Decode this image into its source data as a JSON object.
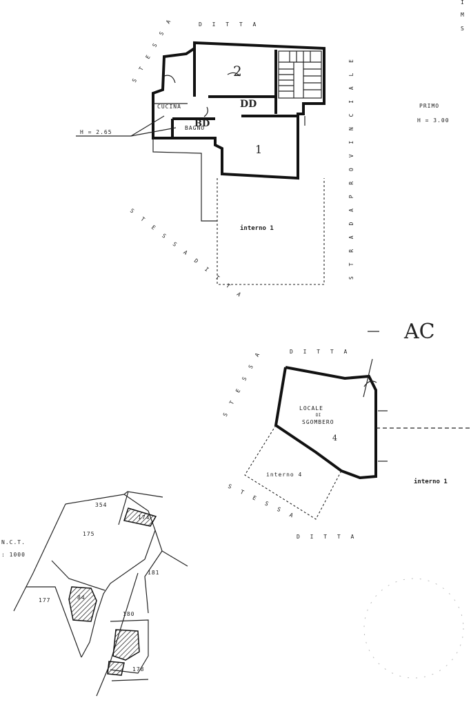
{
  "top_plan": {
    "label_ditta_top": "D I T T A",
    "label_stessa_ditta_upper": "S T E S S A",
    "label_strada_provinciale": "S T R A D A   P R O V I N C I A L E",
    "room_cucina": "CUCINA",
    "room_bagno": "BAGNO",
    "room_2": "2",
    "room_1": "1",
    "height_note": "H = 2.65",
    "interno_label": "interno 1",
    "label_stessa_ditta_lower": "S T E S S A   D I T T A",
    "handwritten_dd": "DD",
    "handwritten_bd": "BD"
  },
  "right_margin": {
    "top_letters": [
      "I",
      "M",
      "S"
    ],
    "floor_label": "PRIMO",
    "floor_height": "H = 3.00"
  },
  "handwritten_ac": "AC",
  "bottom_plan": {
    "label_ditta_top": "D I T T A",
    "label_stessa": "S T E S S A",
    "room_name_line1": "LOCALE",
    "room_name_line2": "DI",
    "room_name_line3": "SGOMBERO",
    "room_number": "4",
    "interno_inner": "interno 4",
    "interno_outer": "interno 1",
    "label_stessa_ditta_lower": "S T E S S A",
    "label_ditta_lower": "D I T T A"
  },
  "cadastral_map": {
    "scale_label_line1": "N.C.T.",
    "scale_label_line2": ": 1000",
    "parcels": [
      "354",
      "174",
      "175",
      "181",
      "177",
      "84",
      "180",
      "178"
    ]
  }
}
